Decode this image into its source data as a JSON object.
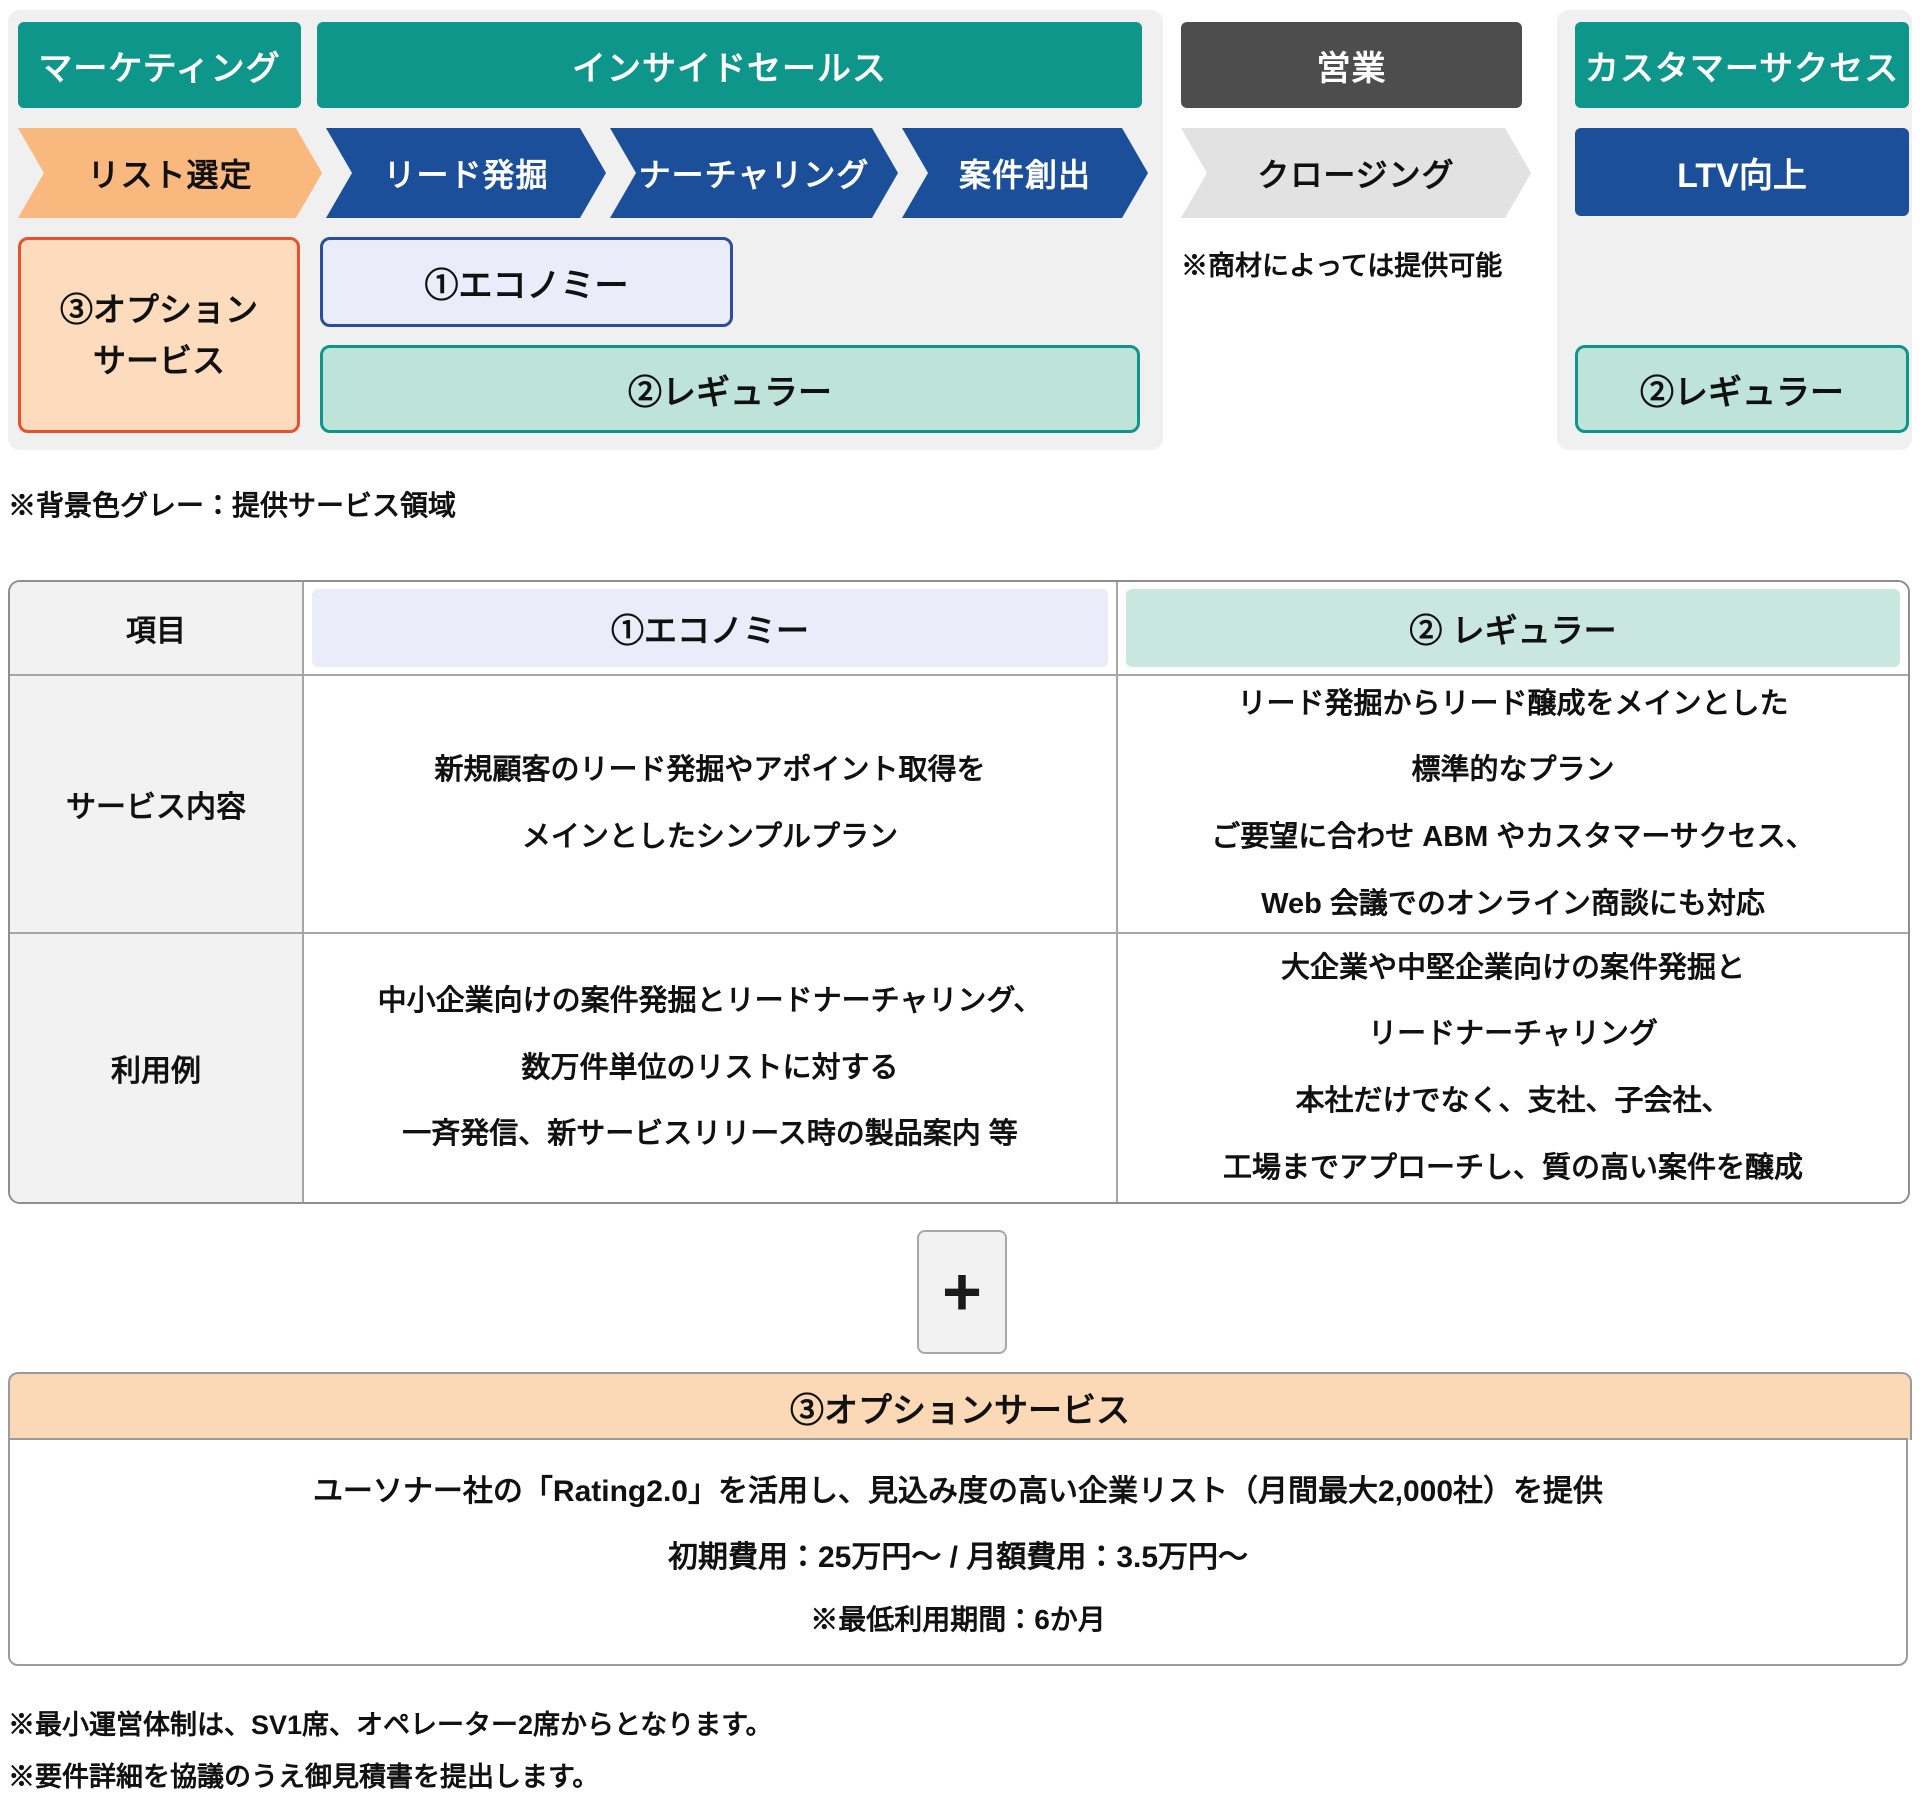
{
  "colors": {
    "teal": "#0E968B",
    "navy": "#1B4F99",
    "gray-dark": "#4D4D4D",
    "gray-arrow": "#E2E2E2",
    "orange-arrow": "#F9B87E",
    "orange-fill": "#FCDCBD",
    "orange-border": "#E8512D",
    "eco-fill": "#EAEDF9",
    "eco-border": "#2B4D9B",
    "reg-fill": "#BEE3D9",
    "reg-band": "#C9E7DF",
    "panel": "#F0F0F0",
    "band-orange": "#FBD9B6"
  },
  "diagram": {
    "lanes": [
      {
        "label": "マーケティング"
      },
      {
        "label": "インサイドセールス"
      },
      {
        "label": "営業"
      },
      {
        "label": "カスタマーサクセス"
      }
    ],
    "steps": [
      {
        "label": "リスト選定"
      },
      {
        "label": "リード発掘"
      },
      {
        "label": "ナーチャリング"
      },
      {
        "label": "案件創出"
      },
      {
        "label": "クロージング"
      },
      {
        "label": "LTV向上"
      }
    ],
    "option_box": {
      "line1": "③オプション",
      "line2": "サービス"
    },
    "economy_label": "①エコノミー",
    "regular_label_left": "②レギュラー",
    "regular_label_right": "②レギュラー",
    "closing_note": "※商材によっては提供可能",
    "legend_note": "※背景色グレー：提供サービス領域"
  },
  "table": {
    "header": {
      "item": "項目",
      "economy": "①エコノミー",
      "regular": "② レギュラー"
    },
    "rows": [
      {
        "label": "サービス内容",
        "economy_lines": [
          "新規顧客のリード発掘やアポイント取得を",
          "メインとしたシンプルプラン"
        ],
        "regular_lines": [
          "リード発掘からリード醸成をメインとした",
          "標準的なプラン",
          "ご要望に合わせ ABM やカスタマーサクセス、",
          "Web 会議でのオンライン商談にも対応"
        ]
      },
      {
        "label": "利用例",
        "economy_lines": [
          "中小企業向けの案件発掘とリードナーチャリング、",
          "数万件単位のリストに対する",
          "一斉発信、新サービスリリース時の製品案内 等"
        ],
        "regular_lines": [
          "大企業や中堅企業向けの案件発掘と",
          "リードナーチャリング",
          "本社だけでなく、支社、子会社、",
          "工場までアプローチし、質の高い案件を醸成"
        ]
      }
    ]
  },
  "plus": {
    "label": "+"
  },
  "option_section": {
    "title": "③オプションサービス",
    "lines": [
      "ユーソナー社の「Rating2.0」を活用し、見込み度の高い企業リスト（月間最大2,000社）を提供",
      "初期費用：25万円～ / 月額費用：3.5万円～",
      "※最低利用期間：6か月"
    ]
  },
  "footnotes": [
    "※最小運営体制は、SV1席、オペレーター2席からとなります。",
    "※要件詳細を協議のうえ御見積書を提出します。"
  ]
}
